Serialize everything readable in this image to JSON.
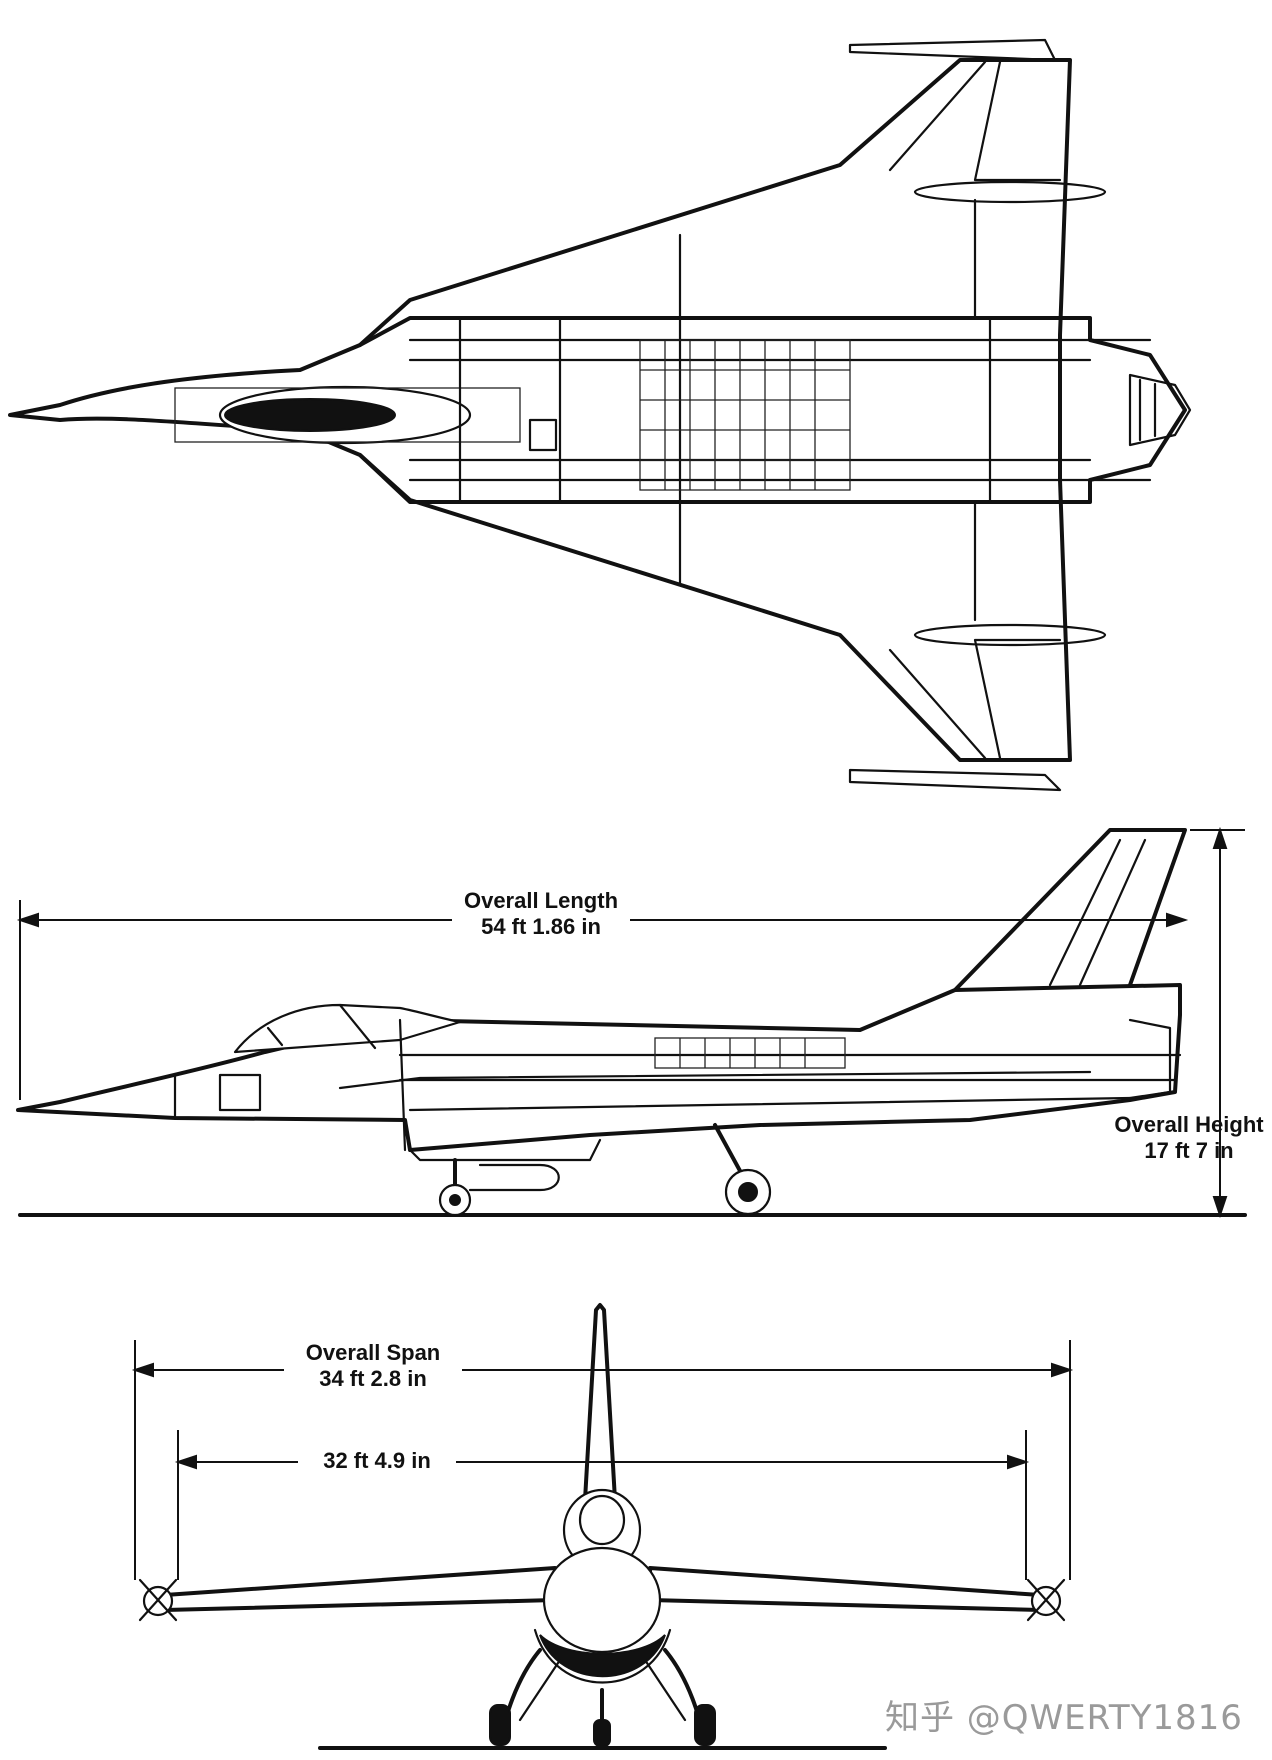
{
  "dimensions": {
    "length": {
      "title": "Overall Length",
      "value": "54 ft 1.86 in"
    },
    "height": {
      "title": "Overall Height",
      "value": "17 ft 7 in"
    },
    "span": {
      "title": "Overall Span",
      "value": "34 ft 2.8 in"
    },
    "span_inner": {
      "value": "32 ft 4.9 in"
    }
  },
  "watermark": "知乎 @QWERTY1816"
}
